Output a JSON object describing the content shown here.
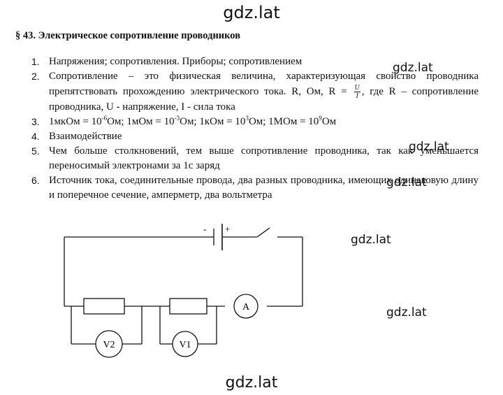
{
  "watermarks": {
    "top": "gdz.lat",
    "bottom": "gdz.lat",
    "side": [
      "gdz.lat",
      "gdz.lat",
      "gdz.lat",
      "gdz.lat",
      "gdz.lat"
    ]
  },
  "heading": "§ 43.  Электрическое сопротивление проводников",
  "items": [
    {
      "num": "1.",
      "text": "Напряжения; сопротивления. Приборы; сопротивлением"
    },
    {
      "num": "2.",
      "text_a": "Сопротивление – это физическая величина, характеризующая свойство проводника препятствовать прохождению электрического тока. R, Ом, R = ",
      "frac_num": "U",
      "frac_den": "I",
      "text_b": ", где R – сопротивление проводника,  U - напряжение,  I - сила тока"
    },
    {
      "num": "3.",
      "p1": "1мкОм = 10",
      "s1": "-6",
      "p2": "Ом;  1мОм = 10",
      "s2": "-3",
      "p3": "Ом;   1кОм = 10",
      "s3": "3",
      "p4": "Ом;   1МОм = 10",
      "s4": "9",
      "p5": "Ом"
    },
    {
      "num": "4.",
      "text": "Взаимодействие"
    },
    {
      "num": "5.",
      "text": "Чем больше столкновений, тем выше сопротивление проводника, так как уменьшается переносимый электронами за 1с заряд"
    },
    {
      "num": "6.",
      "text": "Источник тока, соединительные провода, два разных проводника, имеющих одинаковую длину и поперечное сечение, амперметр, два вольтметра"
    }
  ],
  "circuit": {
    "battery_minus": "-",
    "battery_plus": "+",
    "ammeter": "A",
    "voltmeter1": "V1",
    "voltmeter2": "V2"
  }
}
